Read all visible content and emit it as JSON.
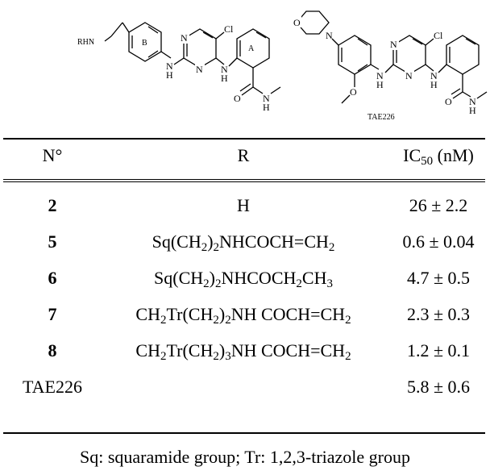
{
  "figure": {
    "left_structure": {
      "rhn": "RHN",
      "ring_b": "B",
      "ring_a": "A",
      "n": "N",
      "h": "H",
      "cl": "Cl",
      "o": "O"
    },
    "right_structure": {
      "o": "O",
      "n": "N",
      "h": "H",
      "cl": "Cl",
      "name": "TAE226"
    }
  },
  "table": {
    "headers": {
      "number": "N°",
      "r_group": "R",
      "ic50_prefix": "IC",
      "ic50_sub": "50",
      "ic50_suffix": " (nM)"
    },
    "rows": [
      {
        "number": "2",
        "r_parts": [
          [
            "H",
            ""
          ]
        ],
        "ic50": "26 ± 2.2"
      },
      {
        "number": "5",
        "r_parts": [
          [
            "Sq(CH",
            "2"
          ],
          [
            ")",
            "2"
          ],
          [
            "NHCOCH=CH",
            "2"
          ]
        ],
        "ic50": "0.6 ± 0.04"
      },
      {
        "number": "6",
        "r_parts": [
          [
            "Sq(CH",
            "2"
          ],
          [
            ")",
            "2"
          ],
          [
            "NHCOCH",
            "2"
          ],
          [
            "CH",
            "3"
          ]
        ],
        "ic50": "4.7 ± 0.5"
      },
      {
        "number": "7",
        "r_parts": [
          [
            "CH",
            "2"
          ],
          [
            "Tr(CH",
            "2"
          ],
          [
            ")",
            "2"
          ],
          [
            "NH COCH=CH",
            "2"
          ]
        ],
        "ic50": "2.3 ± 0.3"
      },
      {
        "number": "8",
        "r_parts": [
          [
            "CH",
            "2"
          ],
          [
            "Tr(CH",
            "2"
          ],
          [
            ")",
            "3"
          ],
          [
            "NH COCH=CH",
            "2"
          ]
        ],
        "ic50": "1.2 ± 0.1"
      },
      {
        "number": "TAE226",
        "r_parts": [],
        "ic50": "5.8 ± 0.6"
      }
    ]
  },
  "footnote": "Sq: squaramide group; Tr: 1,2,3-triazole group"
}
